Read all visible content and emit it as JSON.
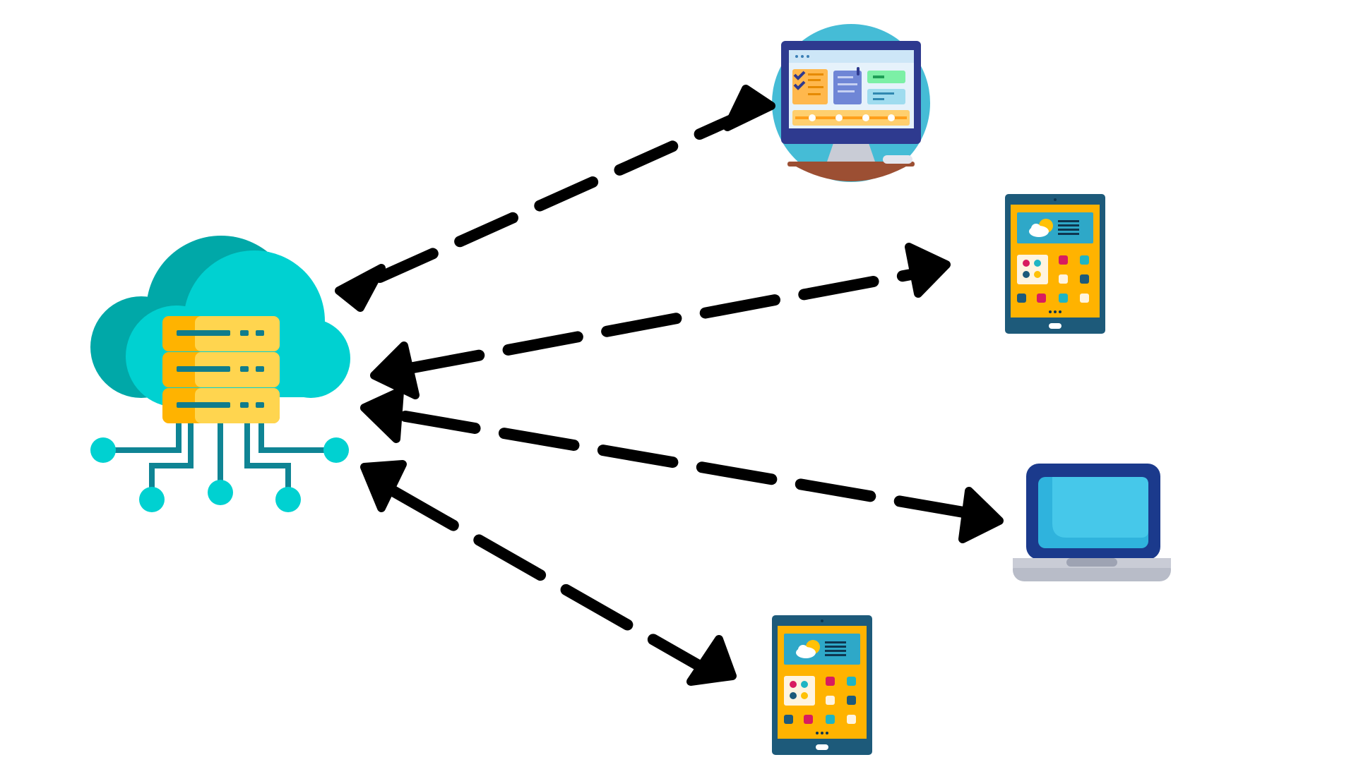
{
  "diagram": {
    "hub": {
      "icon": "cloud-server-icon"
    },
    "devices": [
      {
        "id": "desktop",
        "icon": "desktop-monitor-icon"
      },
      {
        "id": "tablet-top",
        "icon": "tablet-icon"
      },
      {
        "id": "laptop",
        "icon": "laptop-icon"
      },
      {
        "id": "tablet-bottom",
        "icon": "tablet-icon"
      }
    ],
    "connections": [
      {
        "from": "hub",
        "to": "desktop",
        "style": "dashed",
        "direction": "bidirectional"
      },
      {
        "from": "hub",
        "to": "tablet-top",
        "style": "dashed",
        "direction": "bidirectional"
      },
      {
        "from": "hub",
        "to": "laptop",
        "style": "dashed",
        "direction": "bidirectional"
      },
      {
        "from": "hub",
        "to": "tablet-bottom",
        "style": "dashed",
        "direction": "bidirectional"
      }
    ]
  },
  "colors": {
    "background": "#ffffff",
    "arrow": "#000000",
    "cloud_dark": "#00a8a8",
    "cloud_light": "#00d1d1",
    "server_yellow": "#ffd54f",
    "server_orange": "#ffb300",
    "server_slot": "#0f7c8c",
    "circuit_line": "#0f8494",
    "circuit_node": "#00d1d1",
    "device_frame": "#1d5a7a",
    "device_screen": "#ffb300",
    "monitor_frame": "#2e3a8f",
    "monitor_bg": "#45bcd6",
    "laptop_frame": "#1b3a8c",
    "laptop_screen": "#46c8ea",
    "laptop_base": "#b8bcc8"
  }
}
